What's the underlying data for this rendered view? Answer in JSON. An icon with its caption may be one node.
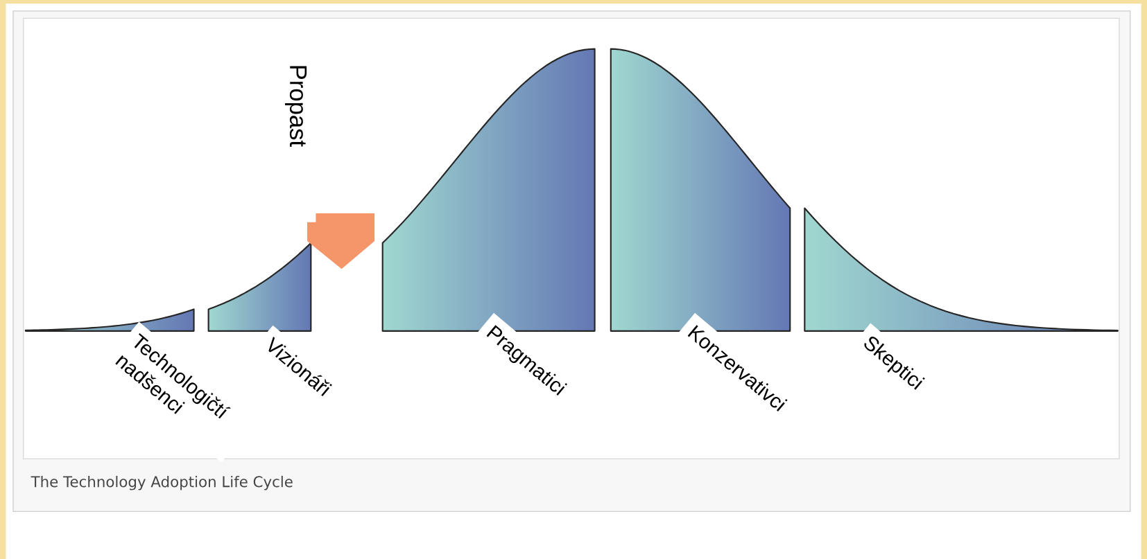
{
  "diagram": {
    "caption": "The Technology Adoption Life Cycle",
    "labels": [
      "Propast",
      "Technologičtí nadšenci",
      "Vizionáři",
      "Pragmatici",
      "Konzervativci",
      "Skeptici"
    ]
  }
}
